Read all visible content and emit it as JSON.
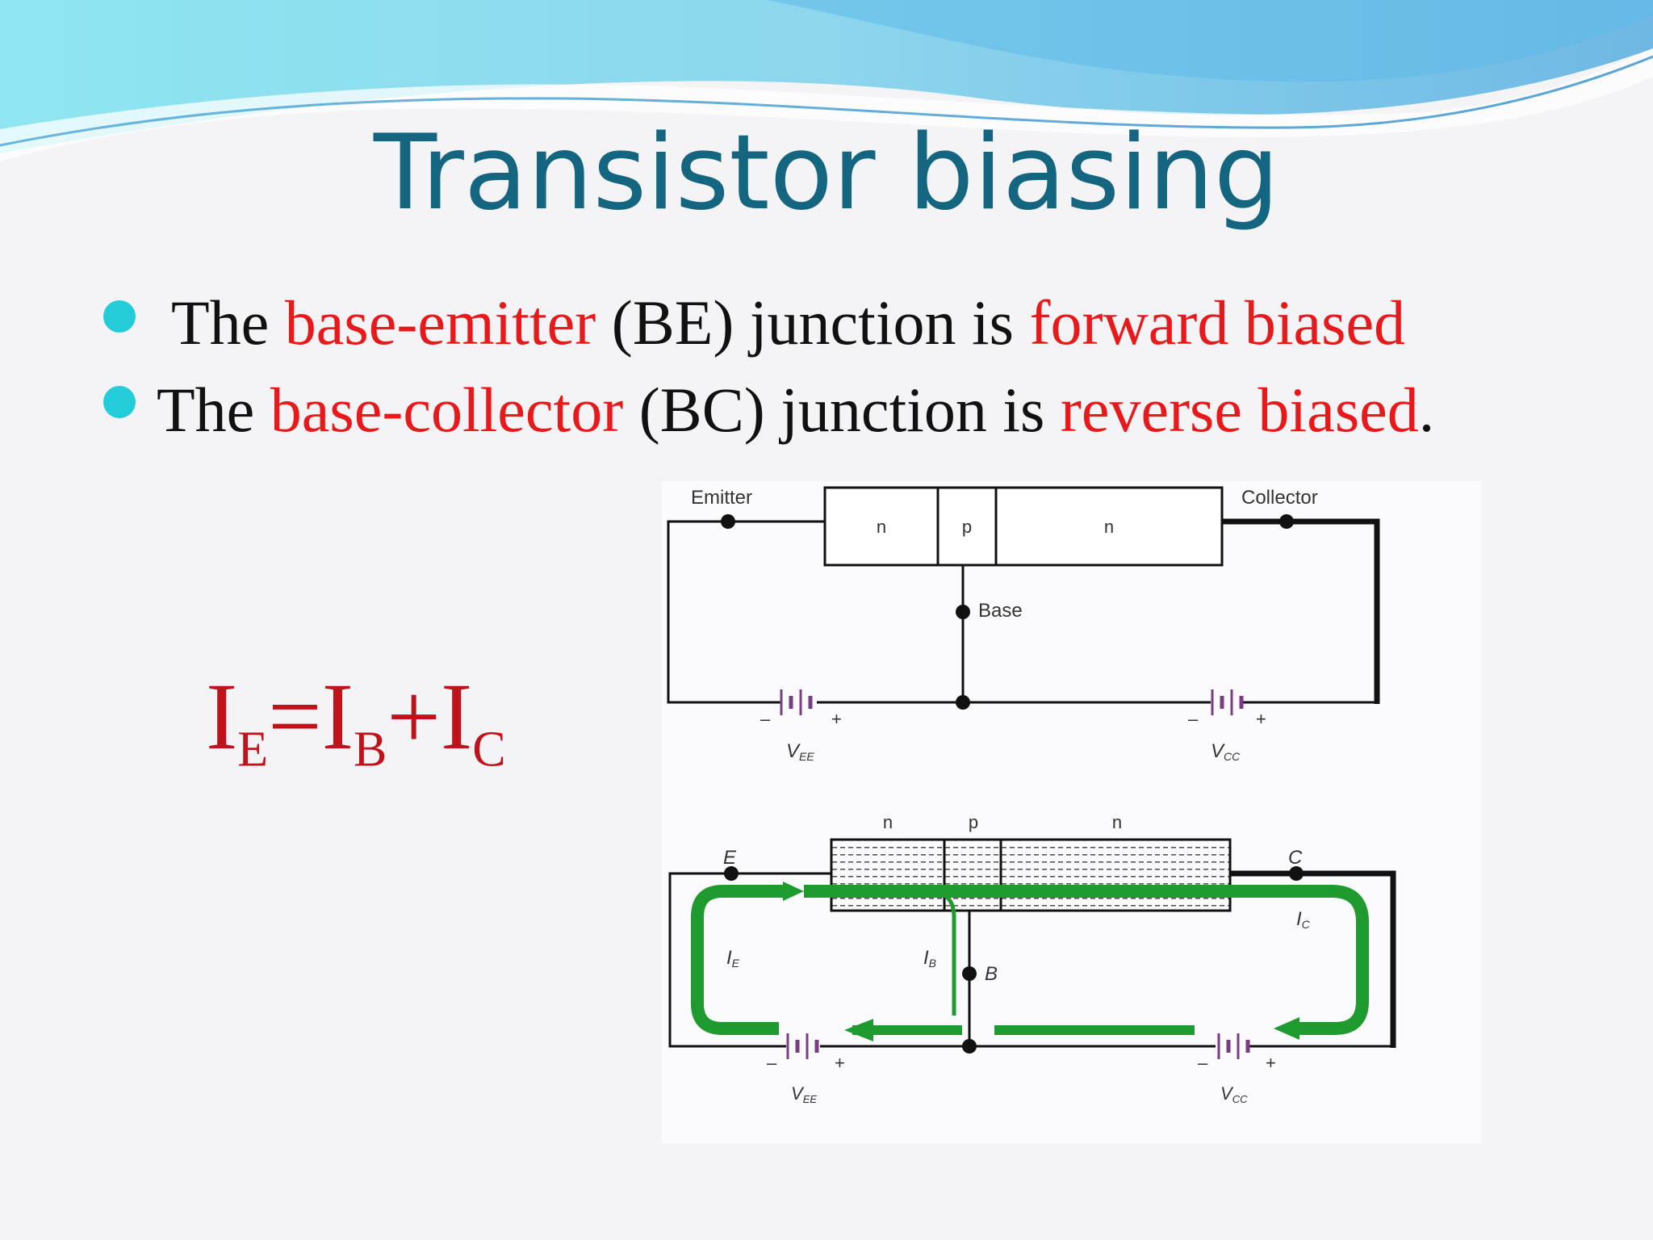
{
  "slide": {
    "title": "Transistor biasing",
    "bullets": [
      {
        "parts": [
          {
            "text": "The ",
            "red": false
          },
          {
            "text": "base-emitter",
            "red": true
          },
          {
            "text": " (BE) junction is ",
            "red": false
          },
          {
            "text": "forward biased",
            "red": true
          }
        ]
      },
      {
        "parts": [
          {
            "text": "The ",
            "red": false
          },
          {
            "text": "base-collector",
            "red": true
          },
          {
            "text": " (BC) junction is ",
            "red": false
          },
          {
            "text": "reverse biased",
            "red": true
          },
          {
            "text": ".",
            "red": false
          }
        ]
      }
    ],
    "formula": {
      "i": "I",
      "sub_e": "E",
      "eq": "=",
      "sub_b": "B",
      "plus": "+",
      "sub_c": "C"
    }
  },
  "diagram_top": {
    "emitter": "Emitter",
    "collector": "Collector",
    "base": "Base",
    "region_n1": "n",
    "region_p": "p",
    "region_n2": "n",
    "minus": "–",
    "plus": "+",
    "vee": "V",
    "vee_sub": "EE",
    "vcc": "V",
    "vcc_sub": "CC"
  },
  "diagram_bottom": {
    "region_n1": "n",
    "region_p": "p",
    "region_n2": "n",
    "e": "E",
    "c": "C",
    "b": "B",
    "ie": "I",
    "ie_sub": "E",
    "ib": "I",
    "ib_sub": "B",
    "ic": "I",
    "ic_sub": "C",
    "minus": "–",
    "plus": "+",
    "vee": "V",
    "vee_sub": "EE",
    "vcc": "V",
    "vcc_sub": "CC"
  },
  "colors": {
    "title": "#14657f",
    "highlight": "#e8191a",
    "formula": "#c0121a",
    "bullet_dot": "#22ccd8",
    "current_arrow": "#1e9a2e"
  }
}
